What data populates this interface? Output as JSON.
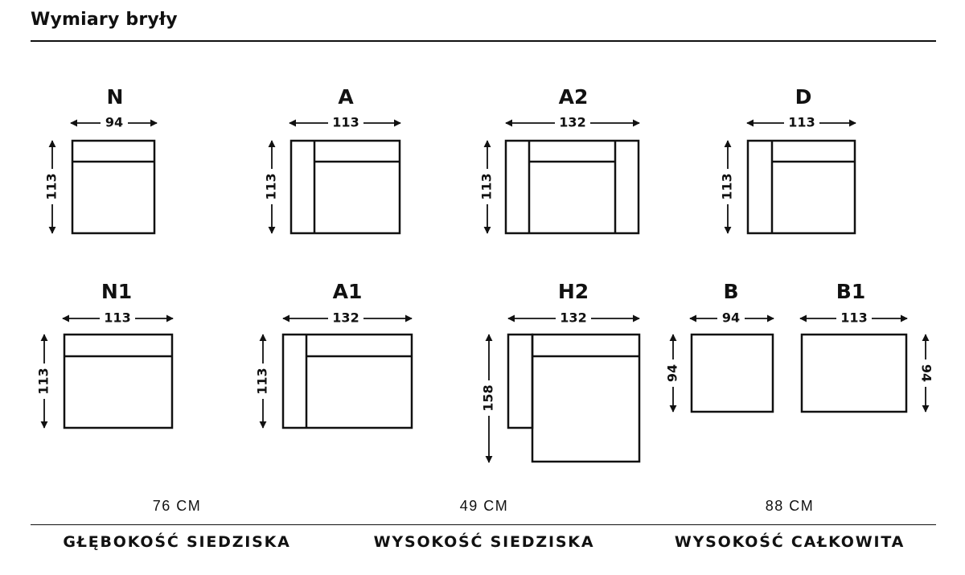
{
  "header": {
    "title": "Wymiary bryły"
  },
  "modules": [
    {
      "id": "n",
      "label": "N",
      "width": "94",
      "height": "113"
    },
    {
      "id": "a",
      "label": "A",
      "width": "113",
      "height": "113"
    },
    {
      "id": "a2",
      "label": "A2",
      "width": "132",
      "height": "113"
    },
    {
      "id": "d",
      "label": "D",
      "width": "113",
      "height": "113"
    },
    {
      "id": "n1",
      "label": "N1",
      "width": "113",
      "height": "113"
    },
    {
      "id": "a1",
      "label": "A1",
      "width": "132",
      "height": "113"
    },
    {
      "id": "h2",
      "label": "H2",
      "width": "132",
      "height": "158"
    },
    {
      "id": "b",
      "label": "B",
      "width": "94",
      "height": "94"
    },
    {
      "id": "b1",
      "label": "B1",
      "width": "113",
      "height": "94"
    }
  ],
  "specs": [
    {
      "value": "76 CM",
      "label": "GŁĘBOKOŚĆ SIEDZISKA"
    },
    {
      "value": "49 CM",
      "label": "WYSOKOŚĆ SIEDZISKA"
    },
    {
      "value": "88 CM",
      "label": "WYSOKOŚĆ CAŁKOWITA"
    }
  ]
}
